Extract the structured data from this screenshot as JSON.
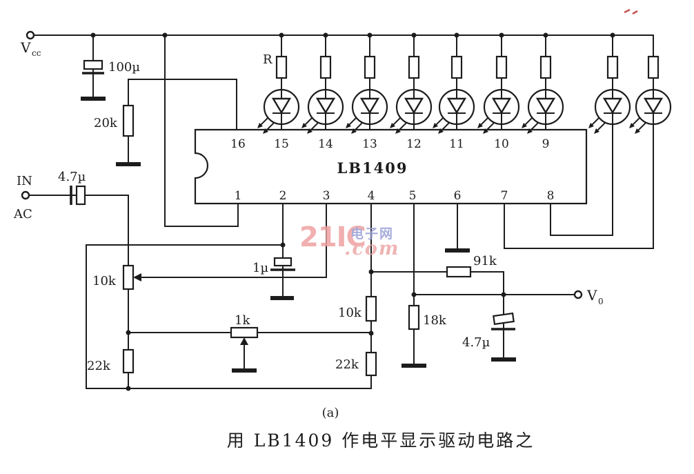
{
  "figure": {
    "caption_letter": "(a)",
    "caption": "用 LB1409 作电平显示驱动电路之"
  },
  "power": {
    "vcc_label": "V",
    "vcc_subscript": "cc",
    "filter_cap_value": "100µ",
    "bias_resistor_value": "20k"
  },
  "input": {
    "in_label": "IN",
    "ac_label": "AC",
    "coupling_cap_value": "4.7µ",
    "level_pot_value": "10k"
  },
  "ic": {
    "part_number": "LB1409",
    "top_pins": [
      "16",
      "15",
      "14",
      "13",
      "12",
      "11",
      "10",
      "9"
    ],
    "bottom_pins": [
      "1",
      "2",
      "3",
      "4",
      "5",
      "6",
      "7",
      "8"
    ]
  },
  "leds": {
    "count": 9,
    "series_resistor_label": "R"
  },
  "network": {
    "smoothing_cap_value": "1µ",
    "trim_pot_value": "1k",
    "left_divider_resistor": "22k",
    "mid_upper_resistor": "10k",
    "mid_lower_resistor": "22k",
    "ref_resistor": "18k",
    "feedback_resistor": "91k",
    "output_cap_value": "4.7µ",
    "vo_label": "V",
    "vo_subscript": "0"
  },
  "watermark": {
    "brand": "21IC",
    "suffix": ".com",
    "site_name": "电子网"
  },
  "colors": {
    "ink": "#1c1c1c",
    "paper": "#ffffff",
    "watermark_red": "#efa2a2",
    "watermark_blue": "#989fd4"
  }
}
